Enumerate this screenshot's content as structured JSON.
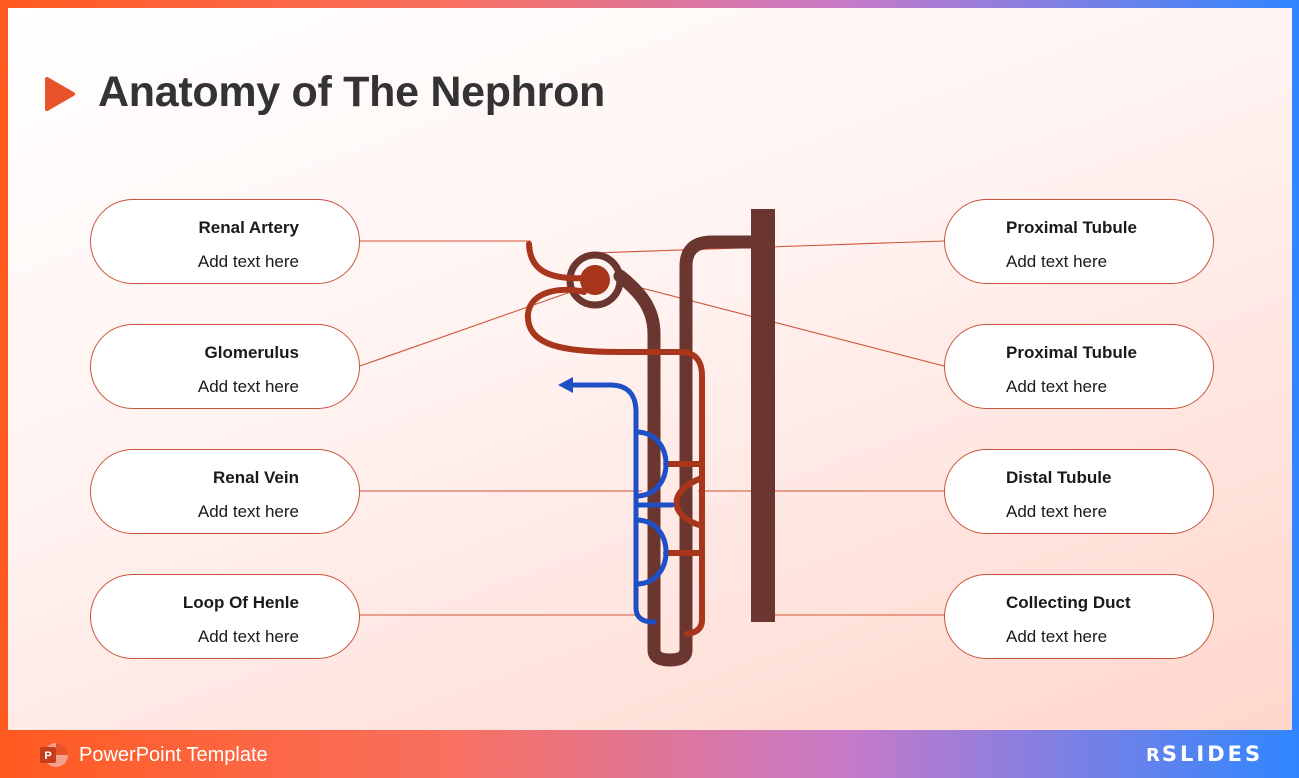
{
  "slide": {
    "title": "Anatomy of The Nephron"
  },
  "callouts": {
    "left": [
      {
        "title": "Renal Artery",
        "text": "Add text here"
      },
      {
        "title": "Glomerulus",
        "text": "Add text here"
      },
      {
        "title": "Renal Vein",
        "text": "Add text here"
      },
      {
        "title": "Loop Of Henle",
        "text": "Add text here"
      }
    ],
    "right": [
      {
        "title": "Proximal Tubule",
        "text": "Add text here"
      },
      {
        "title": "Proximal Tubule",
        "text": "Add text here"
      },
      {
        "title": "Distal Tubule",
        "text": "Add text here"
      },
      {
        "title": "Collecting Duct",
        "text": "Add text here"
      }
    ]
  },
  "footer": {
    "label": "PowerPoint Template",
    "brand_prefix": "R",
    "brand_name": "SLIDES"
  },
  "colors": {
    "accent": "#e8532b",
    "callout_border": "#c8553a",
    "tubule": "#6b3530",
    "artery": "#a8361c",
    "vein": "#1f4fc4"
  }
}
